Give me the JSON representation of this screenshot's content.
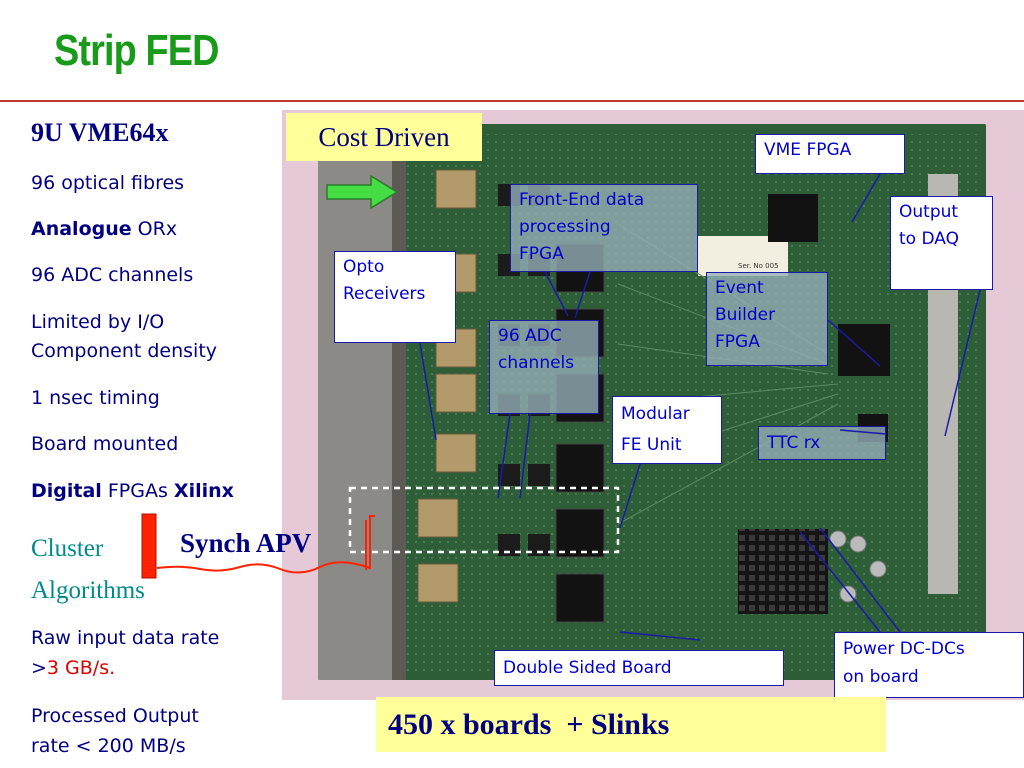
{
  "title": "Strip FED",
  "left": {
    "vme": "9U VME64x",
    "fibres": "96 optical fibres",
    "analogue_bold": "Analogue",
    "analogue_rest": " ORx",
    "adc": "96 ADC channels",
    "limited_1": "Limited by I/O",
    "limited_2": "Component density",
    "timing": "1 nsec timing",
    "mounted": "Board mounted",
    "digital_bold": "Digital",
    "fpgas": " FPGAs ",
    "xilinx_bold": "Xilinx",
    "cluster_1": "Cluster",
    "cluster_2": "Algorithms",
    "raw_1": "Raw input data rate",
    "raw_gt": ">",
    "raw_val": "3 GB/s.",
    "proc_1": "Processed Output",
    "proc_2": "rate < 200 MB/s"
  },
  "cost_driven": "Cost Driven",
  "synch_apv": "Synch APV",
  "boards": "450 x boards  + Slinks",
  "callouts": {
    "vme_fpga": "VME FPGA",
    "frontend_1": "Front-End data",
    "frontend_2": "processing",
    "frontend_3": "FPGA",
    "output_1": "Output",
    "output_2": "to DAQ",
    "opto_1": "Opto",
    "opto_2": "Receivers",
    "event_1": "Event",
    "event_2": "Builder",
    "event_3": "FPGA",
    "adc_1": "96 ADC",
    "adc_2": "channels",
    "modular_1": "Modular",
    "modular_2": "FE Unit",
    "ttc": "TTC rx",
    "power_1": "Power DC-DCs",
    "power_2": "on board",
    "double_sided": "Double Sided Board"
  },
  "board_labels": {
    "ser_no": "Ser. No 005"
  },
  "colors": {
    "title": "#1a9a1a",
    "rule": "#c0392b",
    "text": "#000080",
    "callout_text": "#0000cc",
    "cluster": "#008b8b",
    "highlight": "#ffff99",
    "arrow": "#44dd44",
    "signal": "#ff2200"
  }
}
